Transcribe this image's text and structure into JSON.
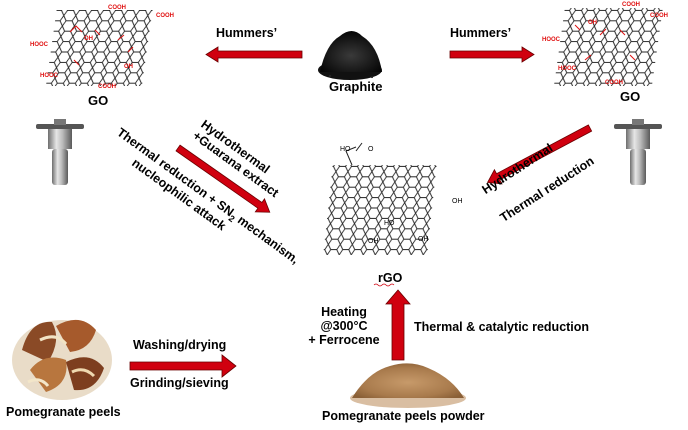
{
  "nodes": {
    "graphite": "Graphite",
    "go_left": "GO",
    "go_right": "GO",
    "rgo": "rGO",
    "pomegranate_peels": "Pomegranate peels",
    "pomegranate_peels_powder": "Pomegranate peels powder"
  },
  "arrows": {
    "hummers_left": "Hummers’",
    "hummers_right": "Hummers’",
    "hydrothermal_guarana_line1": "Hydrothermal",
    "hydrothermal_guarana_line2": "+Guarana extract",
    "thermal_sn2_line1_a": "Thermal reduction + SN",
    "thermal_sn2_sub": "2",
    "thermal_sn2_line1_b": " mechanism,",
    "thermal_sn2_line2": "nucleophilic attack",
    "hydrothermal_right_line1": "Hydrothermal",
    "hydrothermal_right_line2": "Thermal reduction",
    "heating_line1": "Heating",
    "heating_line2": "@300°C",
    "heating_line3": "+ Ferrocene",
    "thermal_catalytic": "Thermal & catalytic reduction",
    "washing_drying": "Washing/drying",
    "grinding_sieving": "Grinding/sieving"
  },
  "structure_labels": {
    "cooh": "COOH",
    "hooc": "HOOC",
    "oh": "OH",
    "o": "O",
    "ho": "HO"
  },
  "colors": {
    "arrow_red": "#d0000f",
    "structure_red": "#e01010",
    "structure_black": "#222222"
  }
}
